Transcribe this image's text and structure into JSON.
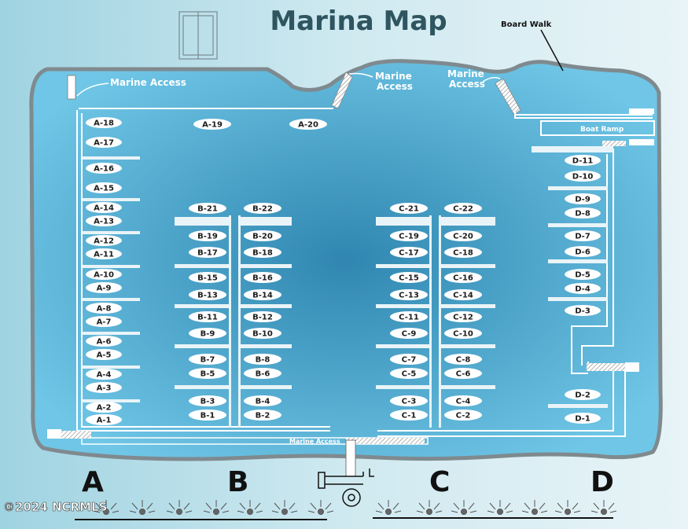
{
  "title": "Marina Map",
  "labels": {
    "board_walk": "Board Walk",
    "marine_access_left": "Marine Access",
    "marine_access_mid_1": "Marine",
    "marine_access_mid_2": "Access",
    "marine_access_right_1": "Marine",
    "marine_access_right_2": "Access",
    "boat_ramp": "Boat Ramp",
    "marine_access_bottom": "Marine Access"
  },
  "docks": [
    "A",
    "B",
    "C",
    "D"
  ],
  "slips": {
    "A": [
      "A-18",
      "A-17",
      "A-16",
      "A-15",
      "A-14",
      "A-13",
      "A-12",
      "A-11",
      "A-10",
      "A-9",
      "A-8",
      "A-7",
      "A-6",
      "A-5",
      "A-4",
      "A-3",
      "A-2",
      "A-1"
    ],
    "A_top": [
      "A-19",
      "A-20"
    ],
    "B_left": [
      "B-21",
      "B-19",
      "B-17",
      "B-15",
      "B-13",
      "B-11",
      "B-9",
      "B-7",
      "B-5",
      "B-3",
      "B-1"
    ],
    "B_right": [
      "B-22",
      "B-20",
      "B-18",
      "B-16",
      "B-14",
      "B-12",
      "B-10",
      "B-8",
      "B-6",
      "B-4",
      "B-2"
    ],
    "C_left": [
      "C-21",
      "C-19",
      "C-17",
      "C-15",
      "C-13",
      "C-11",
      "C-9",
      "C-7",
      "C-5",
      "C-3",
      "C-1"
    ],
    "C_right": [
      "C-22",
      "C-20",
      "C-18",
      "C-16",
      "C-14",
      "C-12",
      "C-10",
      "C-8",
      "C-6",
      "C-4",
      "C-2"
    ],
    "D": [
      "D-11",
      "D-10",
      "D-9",
      "D-8",
      "D-7",
      "D-6",
      "D-5",
      "D-4",
      "D-3",
      "D-2",
      "D-1"
    ]
  },
  "copyright": "©2024 NCRMLS",
  "colors": {
    "water_center": "#2f86b0",
    "water_edge": "#6fc6e6",
    "shore": "#7f8a8f",
    "pier": "#e9f4f8",
    "slip_fill": "#ffffff"
  }
}
